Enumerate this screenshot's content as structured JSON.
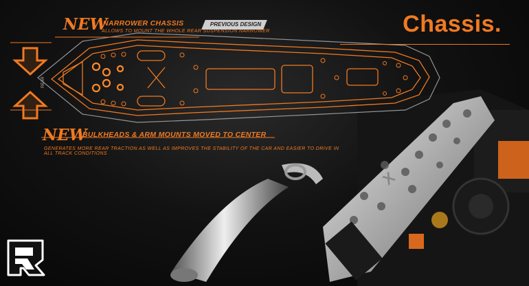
{
  "header": {
    "title": "Chassis."
  },
  "annotations": {
    "narrower": {
      "badge": "NEW",
      "heading": "NARROWER CHASSIS",
      "detail": "ALLOWS TO MOUNT THE WHOLE REAR SUSPENSION NARROWER"
    },
    "previous": {
      "label": "PREVIOUS DESIGN"
    },
    "bulkheads": {
      "badge": "NEW",
      "heading": "BULKHEADS & ARM MOUNTS MOVED TO CENTER",
      "detail": "GENERATES MORE REAR TRACTION AS WELL AS IMPROVES THE STABILITY OF THE CAR AND EASIER TO DRIVE IN ALL TRACK CONDITIONS"
    },
    "rear_label": "REAR"
  },
  "colors": {
    "accent": "#f07a22",
    "silver": "#c8c8c8",
    "background": "#111111"
  },
  "icons": {
    "logo": "r-logo-icon",
    "arrows": [
      "arrow-down-icon",
      "arrow-up-icon"
    ]
  }
}
